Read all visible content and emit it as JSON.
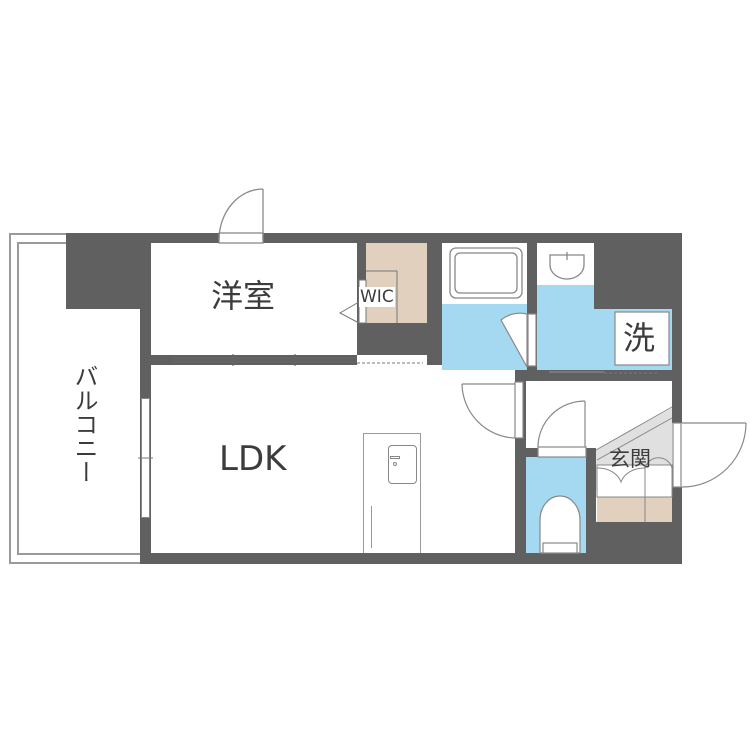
{
  "floorplan": {
    "colors": {
      "wall": "#606060",
      "wet_area": "#a5d8f1",
      "storage_wood": "#e0d0bd",
      "floor": "#ffffff",
      "entrance_floor": "#e0e0e0",
      "line": "#888888",
      "text": "#3c3c3c"
    },
    "rooms": {
      "western_room": {
        "label": "洋室"
      },
      "wic": {
        "label": "WIC"
      },
      "ldk": {
        "label": "LDK"
      },
      "balcony": {
        "label": "バルコニー"
      },
      "washroom": {
        "label": "洗"
      },
      "entrance": {
        "label": "玄関"
      }
    }
  }
}
